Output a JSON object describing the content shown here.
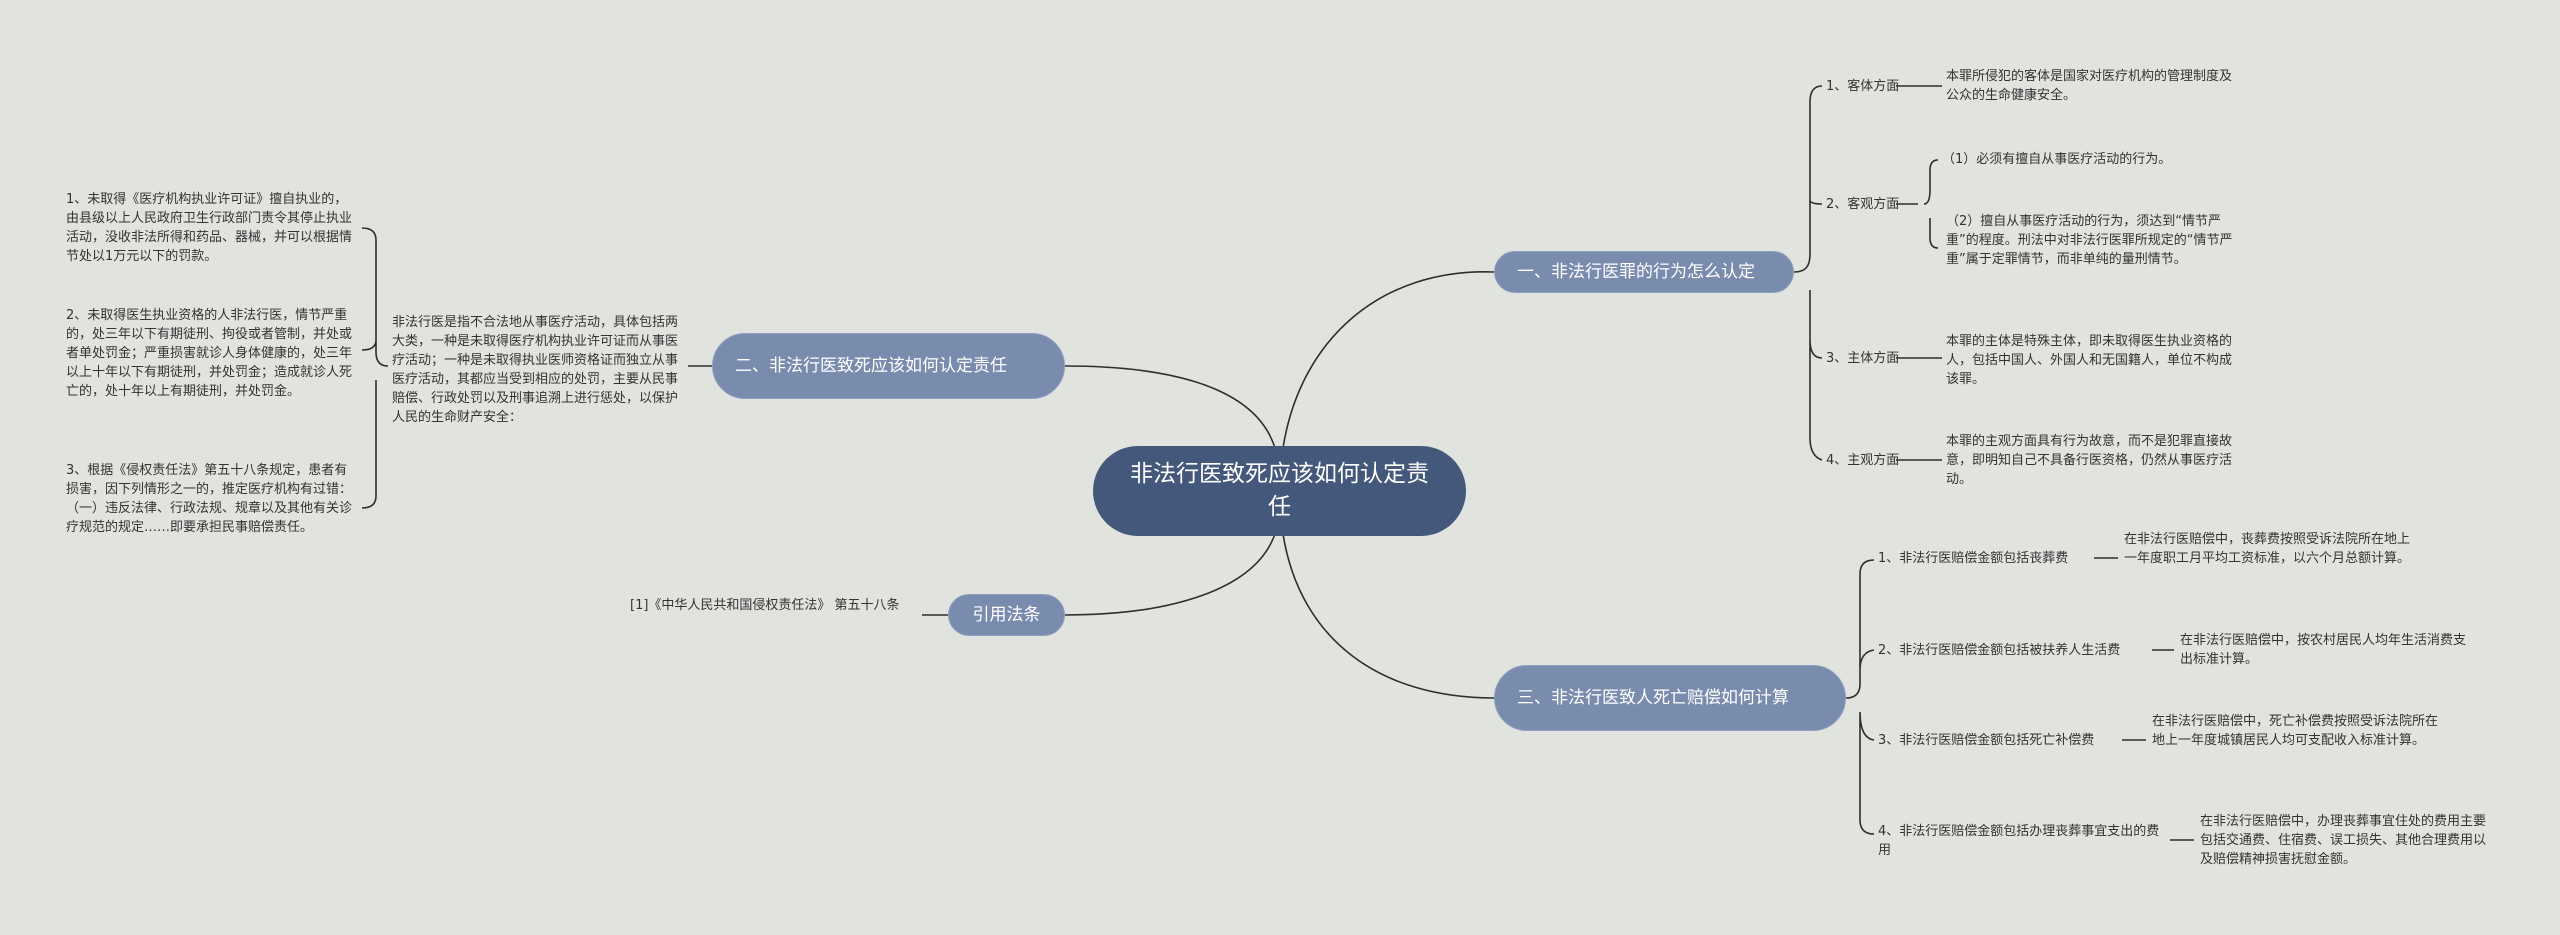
{
  "root": {
    "title": "非法行医致死应该如何认定责任"
  },
  "branches": {
    "b1": {
      "title": "一、非法行医罪的行为怎么认定",
      "items": [
        {
          "label": "1、客体方面",
          "texts": [
            "本罪所侵犯的客体是国家对医疗机构的管理制度及公众的生命健康安全。"
          ]
        },
        {
          "label": "2、客观方面",
          "texts": [
            "（1）必须有擅自从事医疗活动的行为。",
            "（2）擅自从事医疗活动的行为，须达到“情节严重”的程度。刑法中对非法行医罪所规定的“情节严重”属于定罪情节，而非单纯的量刑情节。"
          ]
        },
        {
          "label": "3、主体方面",
          "texts": [
            "本罪的主体是特殊主体，即未取得医生执业资格的人，包括中国人、外国人和无国籍人，单位不构成该罪。"
          ]
        },
        {
          "label": "4、主观方面",
          "texts": [
            "本罪的主观方面具有行为故意，而不是犯罪直接故意，即明知自己不具备行医资格，仍然从事医疗活动。"
          ]
        }
      ]
    },
    "b2": {
      "title": "二、非法行医致死应该如何认定责任",
      "summary": "非法行医是指不合法地从事医疗活动，具体包括两大类，一种是未取得医疗机构执业许可证而从事医疗活动；一种是未取得执业医师资格证而独立从事医疗活动，其都应当受到相应的处罚，主要从民事赔偿、行政处罚以及刑事追溯上进行惩处，以保护人民的生命财产安全：",
      "items": [
        "1、未取得《医疗机构执业许可证》擅自执业的，由县级以上人民政府卫生行政部门责令其停止执业活动，没收非法所得和药品、器械，并可以根据情节处以1万元以下的罚款。",
        "2、未取得医生执业资格的人非法行医，情节严重的，处三年以下有期徒刑、拘役或者管制，并处或者单处罚金；严重损害就诊人身体健康的，处三年以上十年以下有期徒刑，并处罚金；造成就诊人死亡的，处十年以上有期徒刑，并处罚金。",
        "3、根据《侵权责任法》第五十八条规定，患者有损害，因下列情形之一的，推定医疗机构有过错：（一）违反法律、行政法规、规章以及其他有关诊疗规范的规定……即要承担民事赔偿责任。"
      ]
    },
    "b3": {
      "title": "三、非法行医致人死亡赔偿如何计算",
      "items": [
        {
          "label": "1、非法行医赔偿金额包括丧葬费",
          "text": "在非法行医赔偿中，丧葬费按照受诉法院所在地上一年度职工月平均工资标准，以六个月总额计算。"
        },
        {
          "label": "2、非法行医赔偿金额包括被扶养人生活费",
          "text": "在非法行医赔偿中，按农村居民人均年生活消费支出标准计算。"
        },
        {
          "label": "3、非法行医赔偿金额包括死亡补偿费",
          "text": "在非法行医赔偿中，死亡补偿费按照受诉法院所在地上一年度城镇居民人均可支配收入标准计算。"
        },
        {
          "label": "4、非法行医赔偿金额包括办理丧葬事宜支出的费用",
          "text": "在非法行医赔偿中，办理丧葬事宜住处的费用主要包括交通费、住宿费、误工损失、其他合理费用以及赔偿精神损害抚慰金额。"
        }
      ]
    },
    "b4": {
      "title": "引用法条",
      "items": [
        "[1]《中华人民共和国侵权责任法》 第五十八条"
      ]
    }
  }
}
